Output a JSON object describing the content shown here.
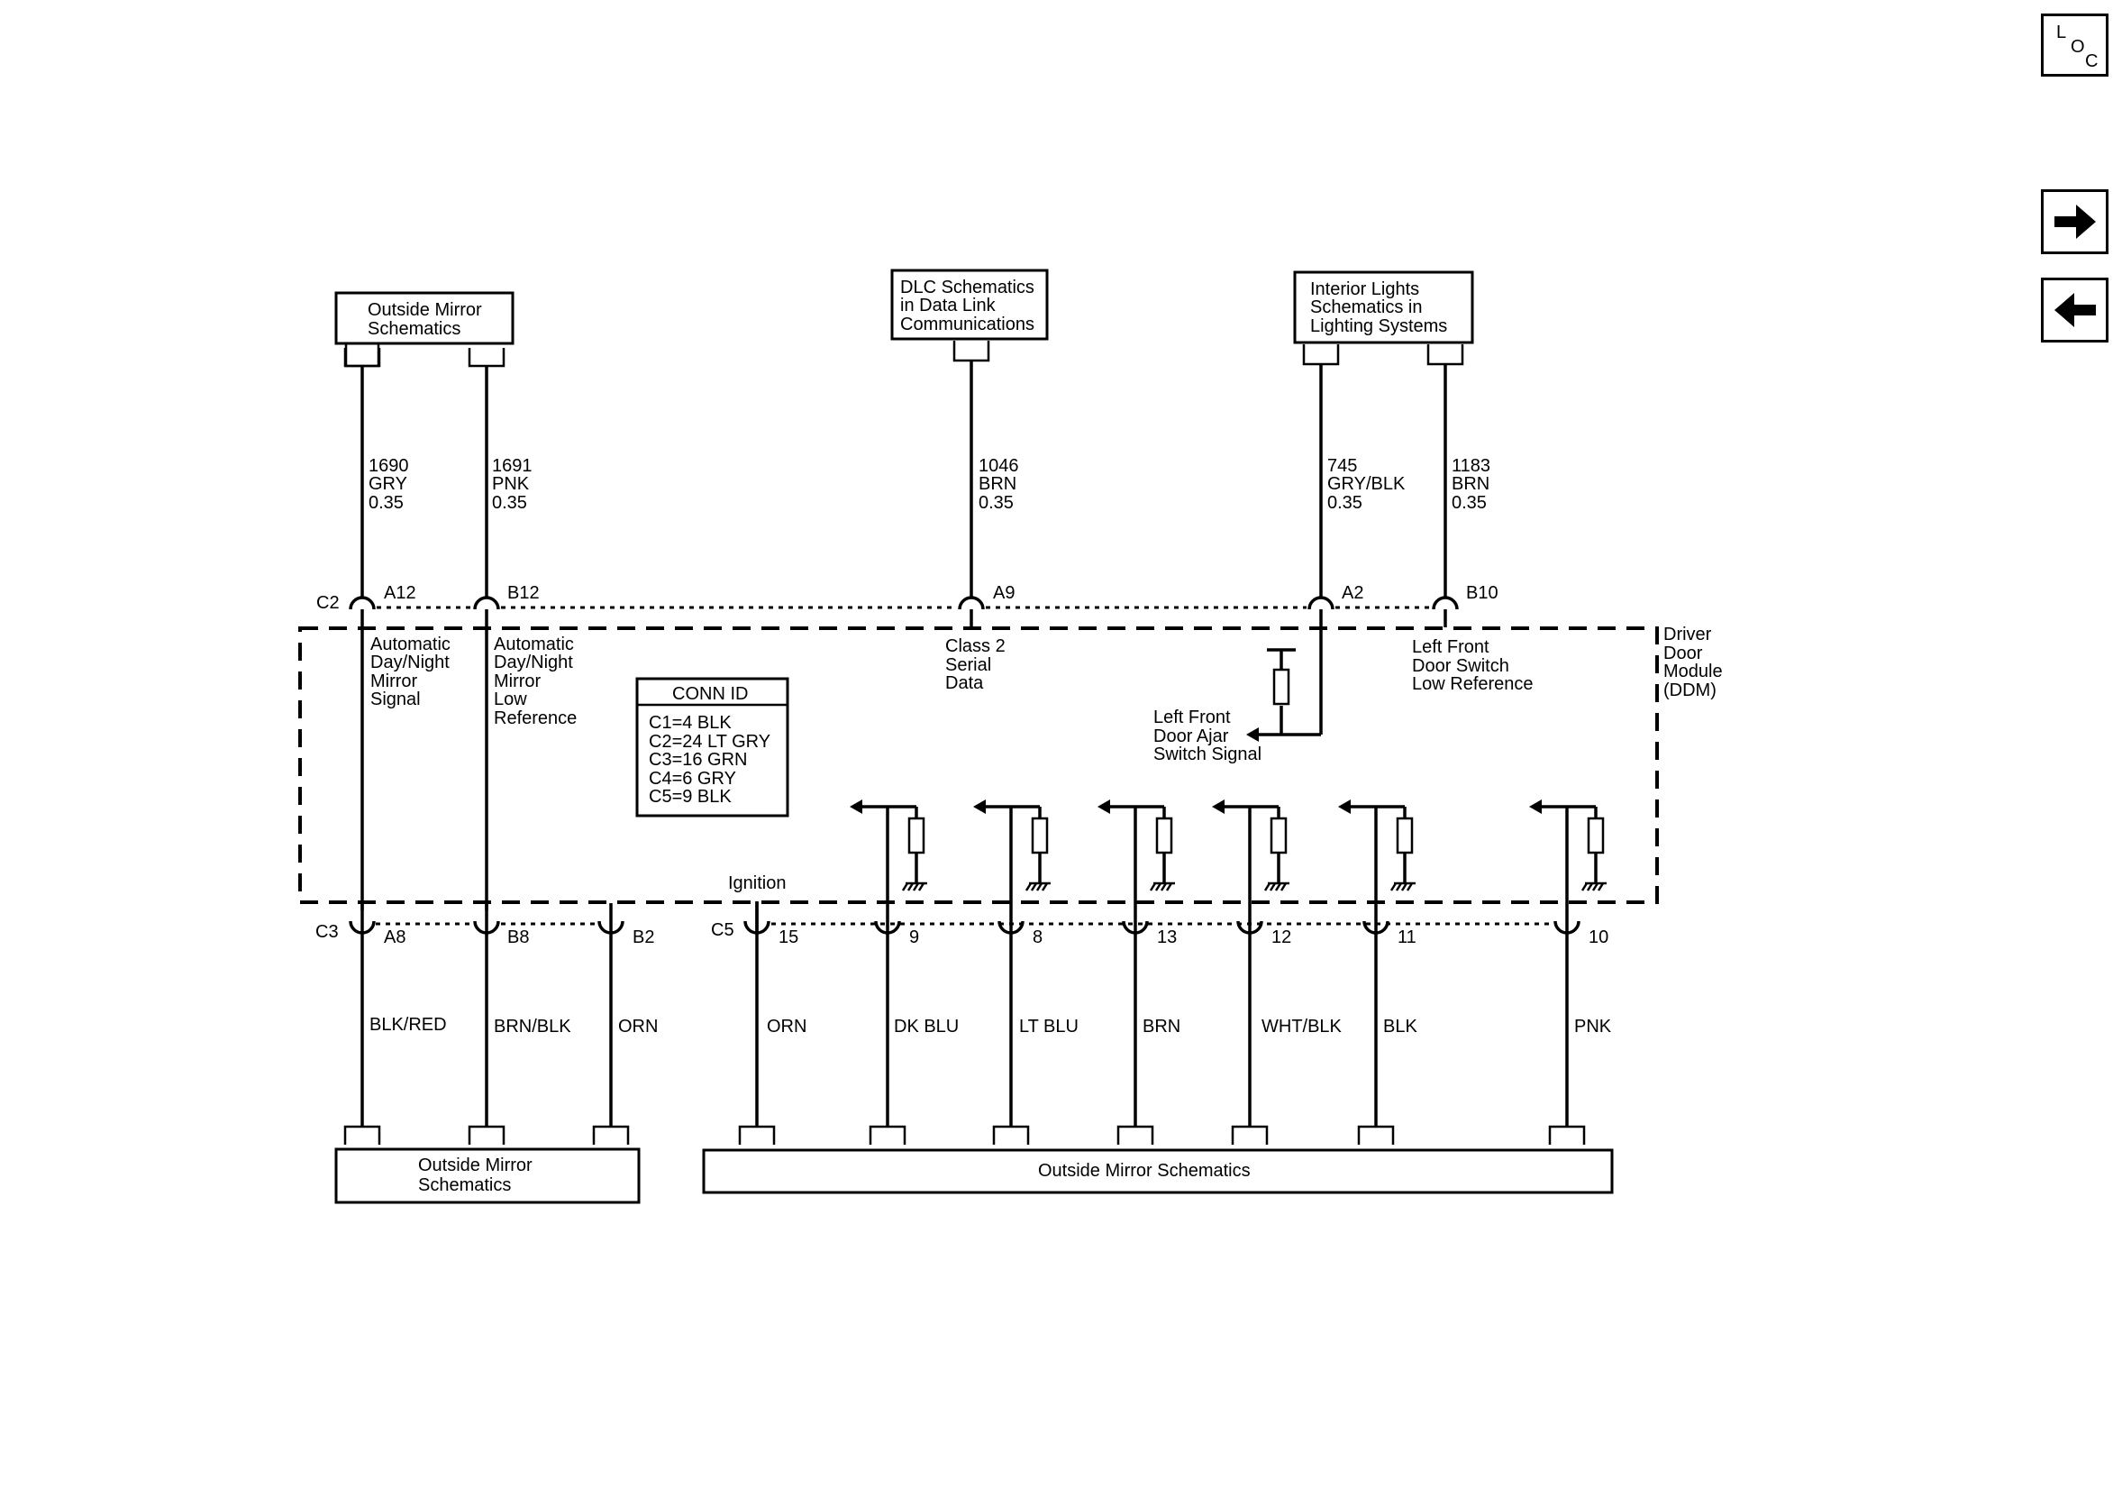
{
  "nav": {
    "loc": [
      "L",
      "O",
      "C"
    ],
    "next_icon": "arrow-right-icon",
    "prev_icon": "arrow-left-icon"
  },
  "ref_boxes": {
    "mirror_top": [
      "Outside Mirror",
      "Schematics"
    ],
    "dlc": [
      "DLC Schematics",
      "in Data Link",
      "Communications"
    ],
    "interior": [
      "Interior Lights",
      "Schematics in",
      "Lighting Systems"
    ],
    "mirror_bottom_left": [
      "Outside Mirror",
      "Schematics"
    ],
    "mirror_bottom_right": "Outside Mirror Schematics"
  },
  "top_wires": [
    {
      "circuit": "1690",
      "color": "GRY",
      "gauge": "0.35",
      "pin": "A12"
    },
    {
      "circuit": "1691",
      "color": "PNK",
      "gauge": "0.35",
      "pin": "B12"
    },
    {
      "circuit": "1046",
      "color": "BRN",
      "gauge": "0.35",
      "pin": "A9"
    },
    {
      "circuit": "745",
      "color": "GRY/BLK",
      "gauge": "0.35",
      "pin": "A2"
    },
    {
      "circuit": "1183",
      "color": "BRN",
      "gauge": "0.35",
      "pin": "B10"
    }
  ],
  "connectors": {
    "top": "C2",
    "bottom_left": "C3",
    "bottom_right": "C5"
  },
  "module": {
    "name": [
      "Driver",
      "Door",
      "Module",
      "(DDM)"
    ],
    "signals": {
      "auto_mirror_signal": [
        "Automatic",
        "Day/Night",
        "Mirror",
        "Signal"
      ],
      "auto_mirror_low_ref": [
        "Automatic",
        "Day/Night",
        "Mirror",
        "Low",
        "Reference"
      ],
      "class2": [
        "Class 2",
        "Serial",
        "Data"
      ],
      "door_ajar": [
        "Left Front",
        "Door Ajar",
        "Switch Signal"
      ],
      "door_switch_low_ref": [
        "Left Front",
        "Door Switch",
        "Low Reference"
      ],
      "ignition": "Ignition"
    },
    "conn_id": {
      "title": "CONN ID",
      "rows": [
        "C1=4 BLK",
        "C2=24 LT GRY",
        "C3=16 GRN",
        "C4=6 GRY",
        "C5=9 BLK"
      ]
    }
  },
  "bottom_left_wires": [
    {
      "pin": "A8",
      "color": "BLK/RED"
    },
    {
      "pin": "B8",
      "color": "BRN/BLK"
    },
    {
      "pin": "B2",
      "color": "ORN"
    }
  ],
  "bottom_right_wires": [
    {
      "pin": "15",
      "color": "ORN"
    },
    {
      "pin": "9",
      "color": "DK BLU"
    },
    {
      "pin": "8",
      "color": "LT BLU"
    },
    {
      "pin": "13",
      "color": "BRN"
    },
    {
      "pin": "12",
      "color": "WHT/BLK"
    },
    {
      "pin": "11",
      "color": "BLK"
    },
    {
      "pin": "10",
      "color": "PNK"
    }
  ]
}
